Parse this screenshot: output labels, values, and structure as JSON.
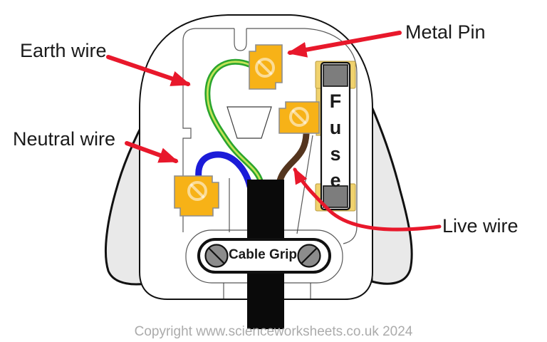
{
  "labels": {
    "earth": "Earth wire",
    "neutral": "Neutral wire",
    "metal_pin": "Metal Pin",
    "live": "Live wire",
    "cable_grip": "Cable Grip",
    "fuse": "Fuse"
  },
  "footer": {
    "copyright": "Copyright www.scienceworksheets.co.uk 2024"
  },
  "icons": {
    "screw": "circle-with-diagonal-slash"
  },
  "colors": {
    "terminal_orange": "#F7B217",
    "fuse_clip_yellow": "#F0D26E",
    "arrow_red": "#E8182B",
    "earth_green": "#2BA52E",
    "earth_stripe": "#C3E457",
    "neutral_blue": "#1B1BD8",
    "live_brown": "#54351E",
    "wing_gray": "#E9E9E9",
    "screw_gray": "#8C8C8C",
    "fuse_cap_gray": "#7D7D7D",
    "outline_black": "#111111",
    "inner_line": "#3C3C3C",
    "label_text": "#1A1A1A",
    "copyright_gray": "#ABABAB",
    "cable_black": "#0A0A0A"
  }
}
